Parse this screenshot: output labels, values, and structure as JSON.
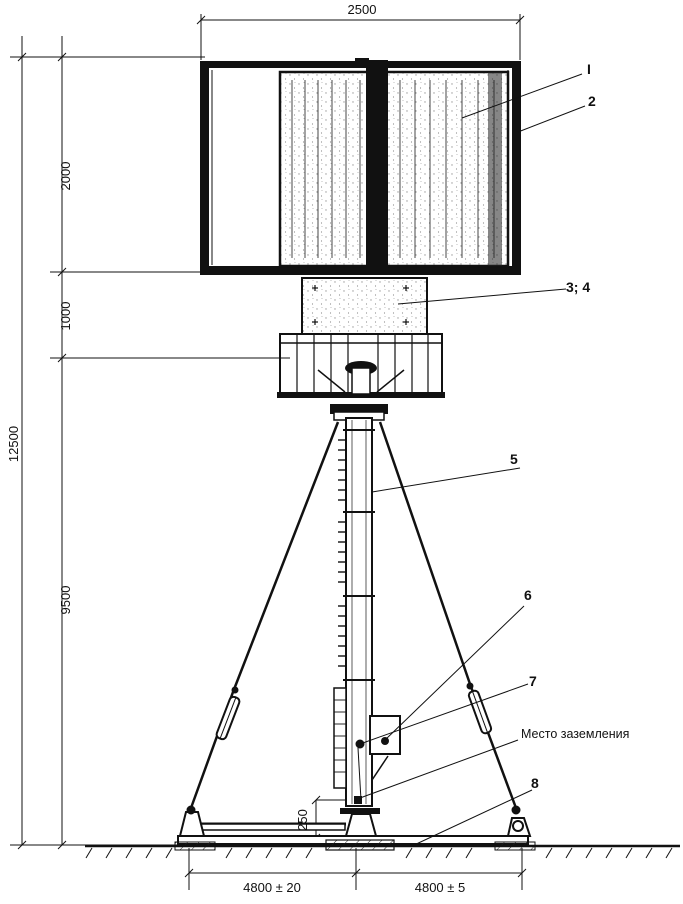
{
  "dimensions": {
    "top_width": "2500",
    "rotor_height": "2000",
    "gearbox_height": "1000",
    "total_height": "12500",
    "mast_height": "9500",
    "ground_offset": "250",
    "base_left": "4800 ± 20",
    "base_right": "4800 ± 5"
  },
  "callouts": {
    "c1": "I",
    "c2": "2",
    "c34": "3; 4",
    "c5": "5",
    "c6": "6",
    "c7": "7",
    "c8": "8",
    "grounding": "Место заземления"
  },
  "colors": {
    "ink": "#111111",
    "stipple": "#9a9a9a",
    "paper": "#ffffff"
  }
}
